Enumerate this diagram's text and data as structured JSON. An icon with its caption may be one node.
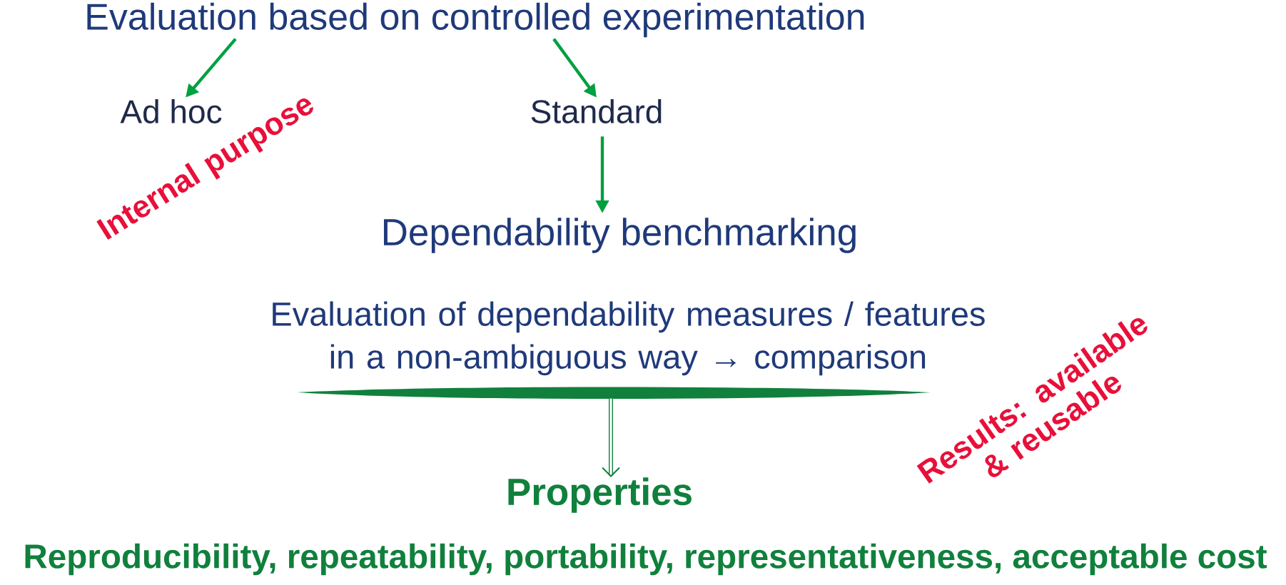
{
  "diagram": {
    "nodes": [
      {
        "text": [
          "Evaluation based on controlled experimentation"
        ]
      },
      {
        "text": [
          "Ad hoc"
        ]
      },
      {
        "text": [
          "Standard"
        ]
      },
      {
        "text": [
          "Dependability benchmarking"
        ]
      },
      {
        "text": [
          "Evaluation of dependability measures / features in a non-ambiguous way → comparison"
        ]
      },
      {
        "text": [
          "Properties"
        ]
      },
      {
        "text": [
          "Reproducibility, repeatability, portability, representativeness, acceptable cost"
        ]
      }
    ],
    "edges": [
      {
        "from": 0,
        "to": 1,
        "arrow": "to"
      },
      {
        "from": 0,
        "to": 2,
        "arrow": "to"
      },
      {
        "from": 2,
        "to": 3,
        "arrow": "to"
      },
      {
        "from": 4,
        "to": 5,
        "arrow": "to",
        "color": "#10803c"
      }
    ],
    "labels": [
      "Internal purpose",
      "Results: available & reusable"
    ]
  }
}
